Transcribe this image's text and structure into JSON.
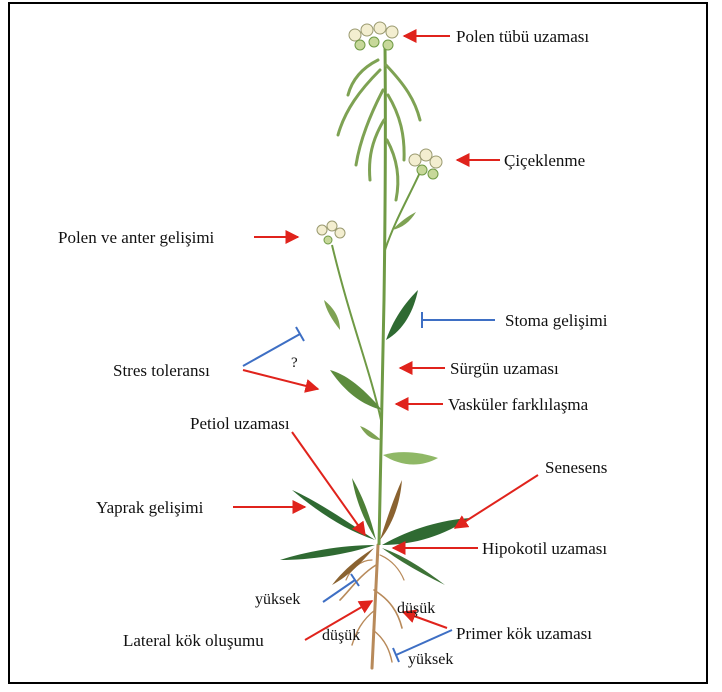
{
  "labels": {
    "polen_tubu": "Polen tübü uzaması",
    "ciceklenme": "Çiçeklenme",
    "polen_anter": "Polen ve anter gelişimi",
    "stoma": "Stoma gelişimi",
    "stres": "Stres toleransı",
    "soru": "?",
    "surgun": "Sürgün uzaması",
    "vaskuler": "Vasküler farklılaşma",
    "petiol": "Petiol uzaması",
    "senesens": "Senesens",
    "yaprak": "Yaprak gelişimi",
    "hipokotil": "Hipokotil uzaması",
    "yuksek_lateral": "yüksek",
    "lateral_kok": "Lateral kök oluşumu",
    "dusuk_lateral": "düşük",
    "dusuk_primer": "düşük",
    "primer_kok": "Primer kök uzaması",
    "yuksek_primer": "yüksek"
  },
  "colors": {
    "promote_arrow": "#e0231c",
    "inhibit_bar": "#3e6fc4",
    "stem": "#6f9a45",
    "leaf": "#2f6a32",
    "leaf_light": "#8fb866",
    "senescent_leaf": "#8a6230",
    "root": "#b88a5a",
    "flower": "#f3eed0"
  }
}
